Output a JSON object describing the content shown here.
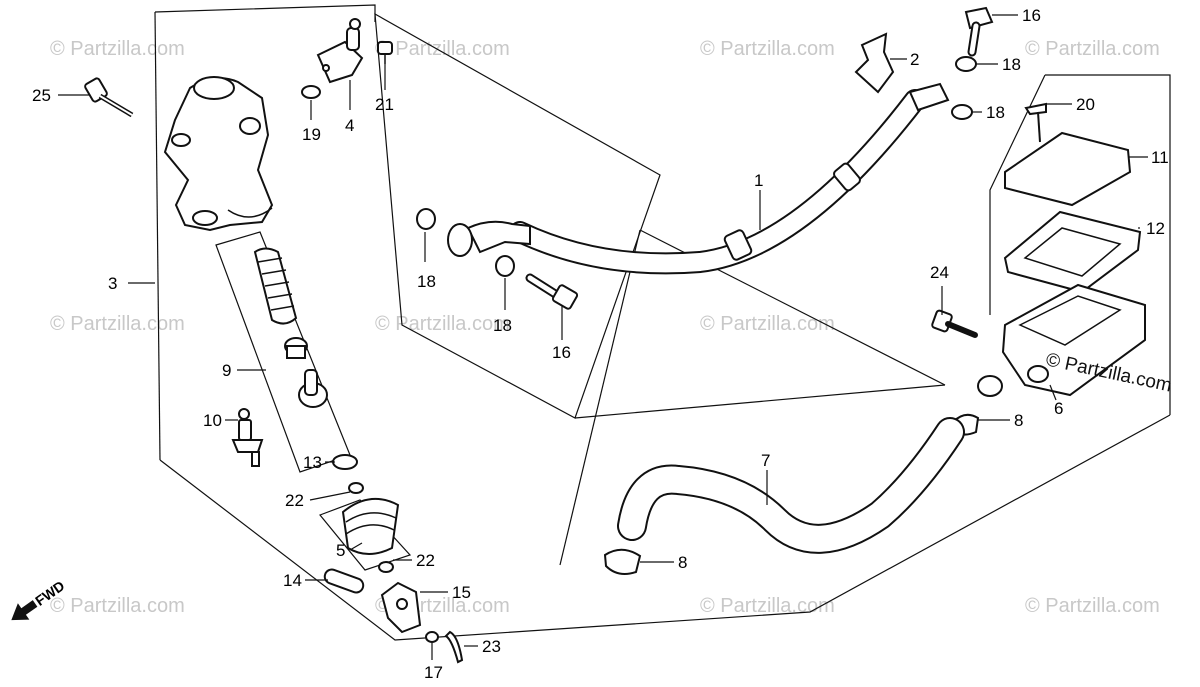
{
  "watermark": "© Partzilla.com",
  "logo_text": "© Partzilla.com",
  "fwd_label": "FWD",
  "callouts": {
    "c1": "1",
    "c2": "2",
    "c3": "3",
    "c4": "4",
    "c5": "5",
    "c6": "6",
    "c7": "7",
    "c8a": "8",
    "c8b": "8",
    "c9": "9",
    "c10": "10",
    "c11": "11",
    "c12": "12",
    "c13": "13",
    "c14": "14",
    "c15": "15",
    "c16a": "16",
    "c16b": "16",
    "c17": "17",
    "c18a": "18",
    "c18b": "18",
    "c18c": "18",
    "c18d": "18",
    "c19": "19",
    "c20": "20",
    "c21": "21",
    "c22a": "22",
    "c22b": "22",
    "c23": "23",
    "c24": "24",
    "c25": "25"
  }
}
